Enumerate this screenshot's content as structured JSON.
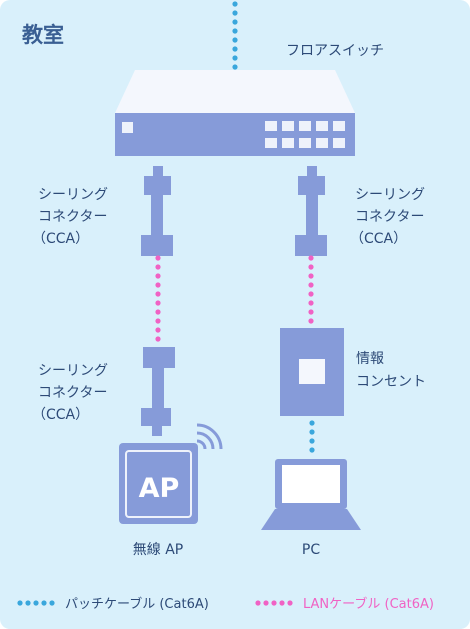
{
  "room_title": "教室",
  "floor_switch": {
    "label": "フロアスイッチ"
  },
  "connector_left_upper": {
    "line1": "シーリング",
    "line2": "コネクター",
    "line3": "（CCA）"
  },
  "connector_right_upper": {
    "line1": "シーリング",
    "line2": "コネクター",
    "line3": "（CCA）"
  },
  "connector_left_lower": {
    "line1": "シーリング",
    "line2": "コネクター",
    "line3": "（CCA）"
  },
  "info_outlet": {
    "line1": "情報",
    "line2": "コンセント"
  },
  "access_point": {
    "badge": "AP",
    "label": "無線 AP"
  },
  "pc": {
    "label": "PC"
  },
  "legend": {
    "patch_cable": "パッチケーブル (Cat6A)",
    "lan_cable": "LANケーブル (Cat6A)"
  },
  "colors": {
    "background": "#d9f0fb",
    "device": "#869bd9",
    "device_light": "#eef2fb",
    "patch_cable": "#3aa7dc",
    "lan_cable": "#f062c4",
    "text": "#2d4a77",
    "title_text": "#3a5f93"
  },
  "icons": [
    "wifi-icon",
    "laptop-icon",
    "network-switch-icon"
  ]
}
